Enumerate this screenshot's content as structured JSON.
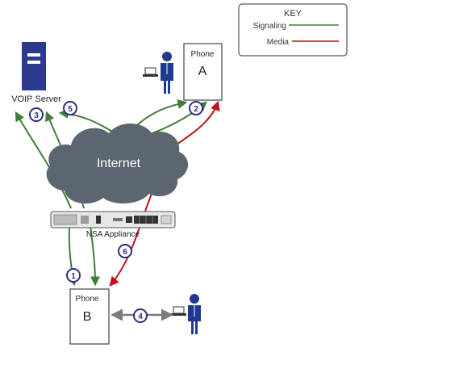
{
  "key": {
    "title": "KEY",
    "signaling_label": "Signaling",
    "media_label": "Media",
    "signaling_color": "#3f7d3a",
    "media_color": "#c0121b"
  },
  "nodes": {
    "voip_server_label": "VOIP Server",
    "phone_a_title": "Phone",
    "phone_a_letter": "A",
    "phone_b_title": "Phone",
    "phone_b_letter": "B",
    "internet_label": "Internet",
    "appliance_label": "NSA Appliance"
  },
  "steps": [
    "1",
    "2",
    "3",
    "4",
    "5",
    "6"
  ],
  "icons": [
    "server-icon",
    "person-icon",
    "laptop-icon",
    "cloud-icon",
    "appliance-icon"
  ],
  "colors": {
    "badge_fill": "#ffffff",
    "badge_stroke": "#2b2f80",
    "badge_text": "#2b2f80",
    "cloud_fill": "#5b6671",
    "server_fill": "#2b3a8c",
    "person_fill": "#1f3a8c",
    "bidirectional_color": "#7b7b7b"
  }
}
